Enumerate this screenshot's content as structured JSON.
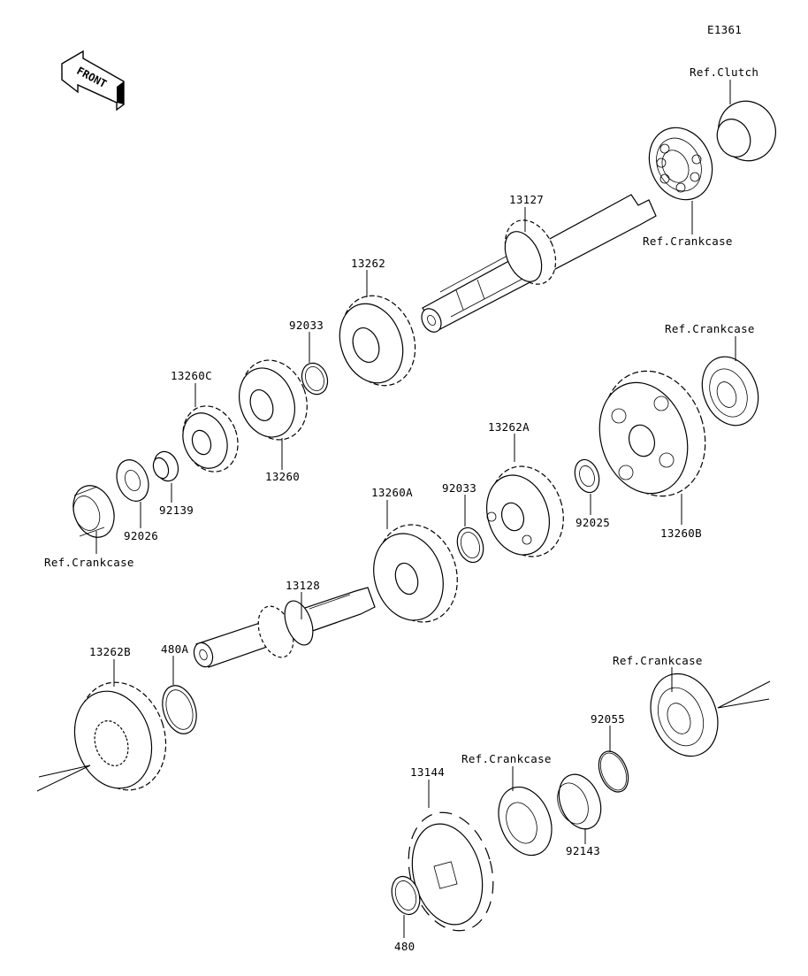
{
  "diagram_code": "E1361",
  "front_arrow_text": "FRONT",
  "labels": {
    "ref_clutch": "Ref.Clutch",
    "ref_crankcase_1": "Ref.Crankcase",
    "ref_crankcase_2": "Ref.Crankcase",
    "ref_crankcase_3": "Ref.Crankcase",
    "ref_crankcase_4": "Ref.Crankcase",
    "ref_crankcase_5": "Ref.Crankcase",
    "p13127": "13127",
    "p13262": "13262",
    "p92033_a": "92033",
    "p13260C": "13260C",
    "p13260": "13260",
    "p92139": "92139",
    "p92026": "92026",
    "p13262A": "13262A",
    "p13260A": "13260A",
    "p92033_b": "92033",
    "p92025": "92025",
    "p13260B": "13260B",
    "p13128": "13128",
    "p13262B": "13262B",
    "p480A": "480A",
    "p92055": "92055",
    "p13144": "13144",
    "p92143": "92143",
    "p480": "480"
  }
}
